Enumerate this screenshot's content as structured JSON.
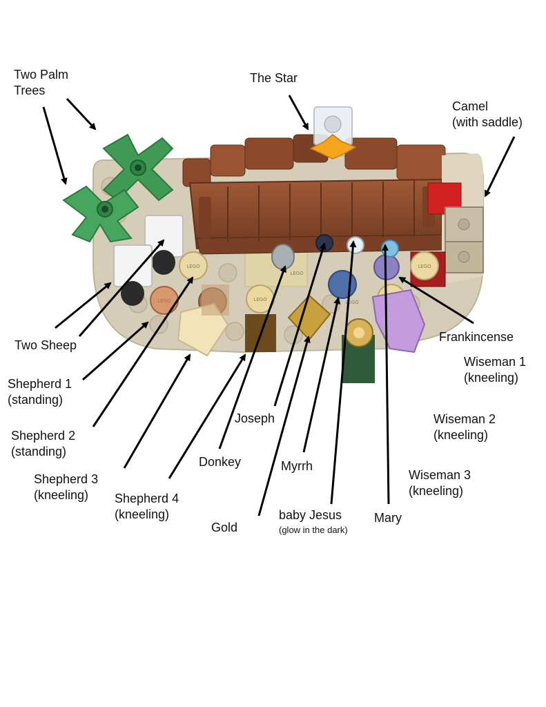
{
  "labels": {
    "two_palm_trees": "Two Palm\nTrees",
    "the_star": "The Star",
    "camel": "Camel\n(with saddle)",
    "two_sheep": "Two Sheep",
    "shepherd_1": "Shepherd 1\n(standing)",
    "shepherd_2": "Shepherd 2\n(standing)",
    "shepherd_3": "Shepherd 3\n(kneeling)",
    "shepherd_4": "Shepherd 4\n(kneeling)",
    "donkey": "Donkey",
    "joseph": "Joseph",
    "myrrh": "Myrrh",
    "gold": "Gold",
    "baby_jesus": "baby Jesus",
    "baby_jesus_note": "(glow in the dark)",
    "mary": "Mary",
    "frankincense": "Frankincense",
    "wiseman_1": "Wiseman 1\n(kneeling)",
    "wiseman_2": "Wiseman 2\n(kneeling)",
    "wiseman_3": "Wiseman 3\n(kneeling)"
  },
  "stud_logo_text": "LEGO",
  "colors": {
    "base": "#d9d1bf",
    "stable_brown": "#8a4a2c",
    "palm_green": "#3f9a55",
    "camel_red": "#cf1f1f",
    "tan": "#e4d6a8",
    "arrow": "#000000"
  }
}
